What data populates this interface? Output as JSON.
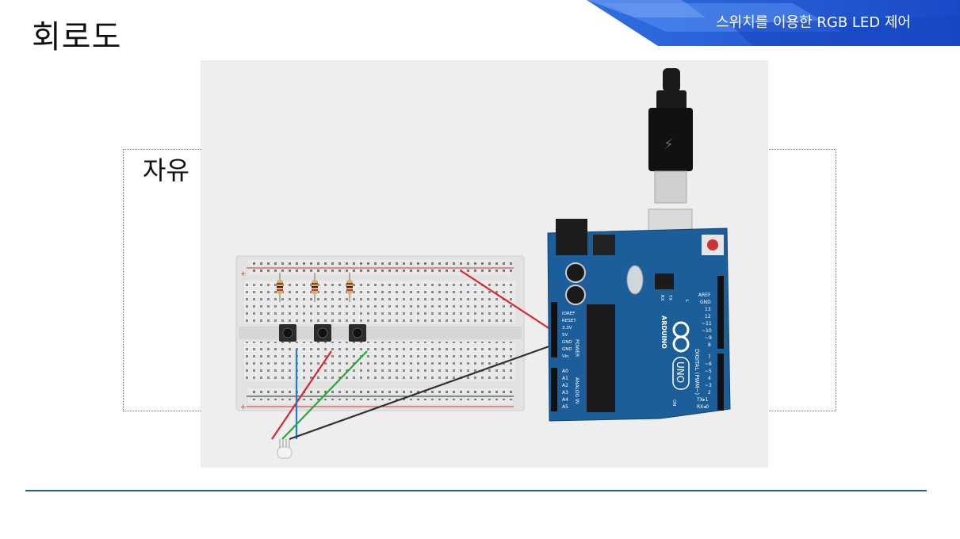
{
  "slide": {
    "title": "회로도",
    "banner_text": "스위치를 이용한 RGB LED 제어",
    "box_text": "자유"
  },
  "circuit": {
    "board_brand": "ARDUINO",
    "board_model": "UNO",
    "power_section_label": "POWER",
    "analog_section_label": "ANALOG IN",
    "digital_section_label": "DIGITAL (PWM~)",
    "on_label": "ON",
    "power_pins": [
      "IOREF",
      "RESET",
      "3.3V",
      "5V",
      "GND",
      "GND",
      "Vin"
    ],
    "analog_pins": [
      "A0",
      "A1",
      "A2",
      "A3",
      "A4",
      "A5"
    ],
    "digital_pins_top": [
      "AREF",
      "GND",
      "13",
      "12",
      "~11",
      "~10",
      "~9",
      "8"
    ],
    "digital_pins_bottom": [
      "7",
      "~6",
      "~5",
      "4",
      "~3",
      "2",
      "TX▸1",
      "RX◂0"
    ],
    "led_labels": [
      "L",
      "TX",
      "RX"
    ],
    "wire_colors": {
      "red": "#d62a2a",
      "blue": "#1e7fd0",
      "green": "#2aa63a",
      "black": "#333333"
    },
    "board_color": "#1b5e9a"
  },
  "colors": {
    "banner_dark": "#1f4fd0",
    "banner_light": "#4d86f0",
    "footer_line": "#2c5f82"
  }
}
